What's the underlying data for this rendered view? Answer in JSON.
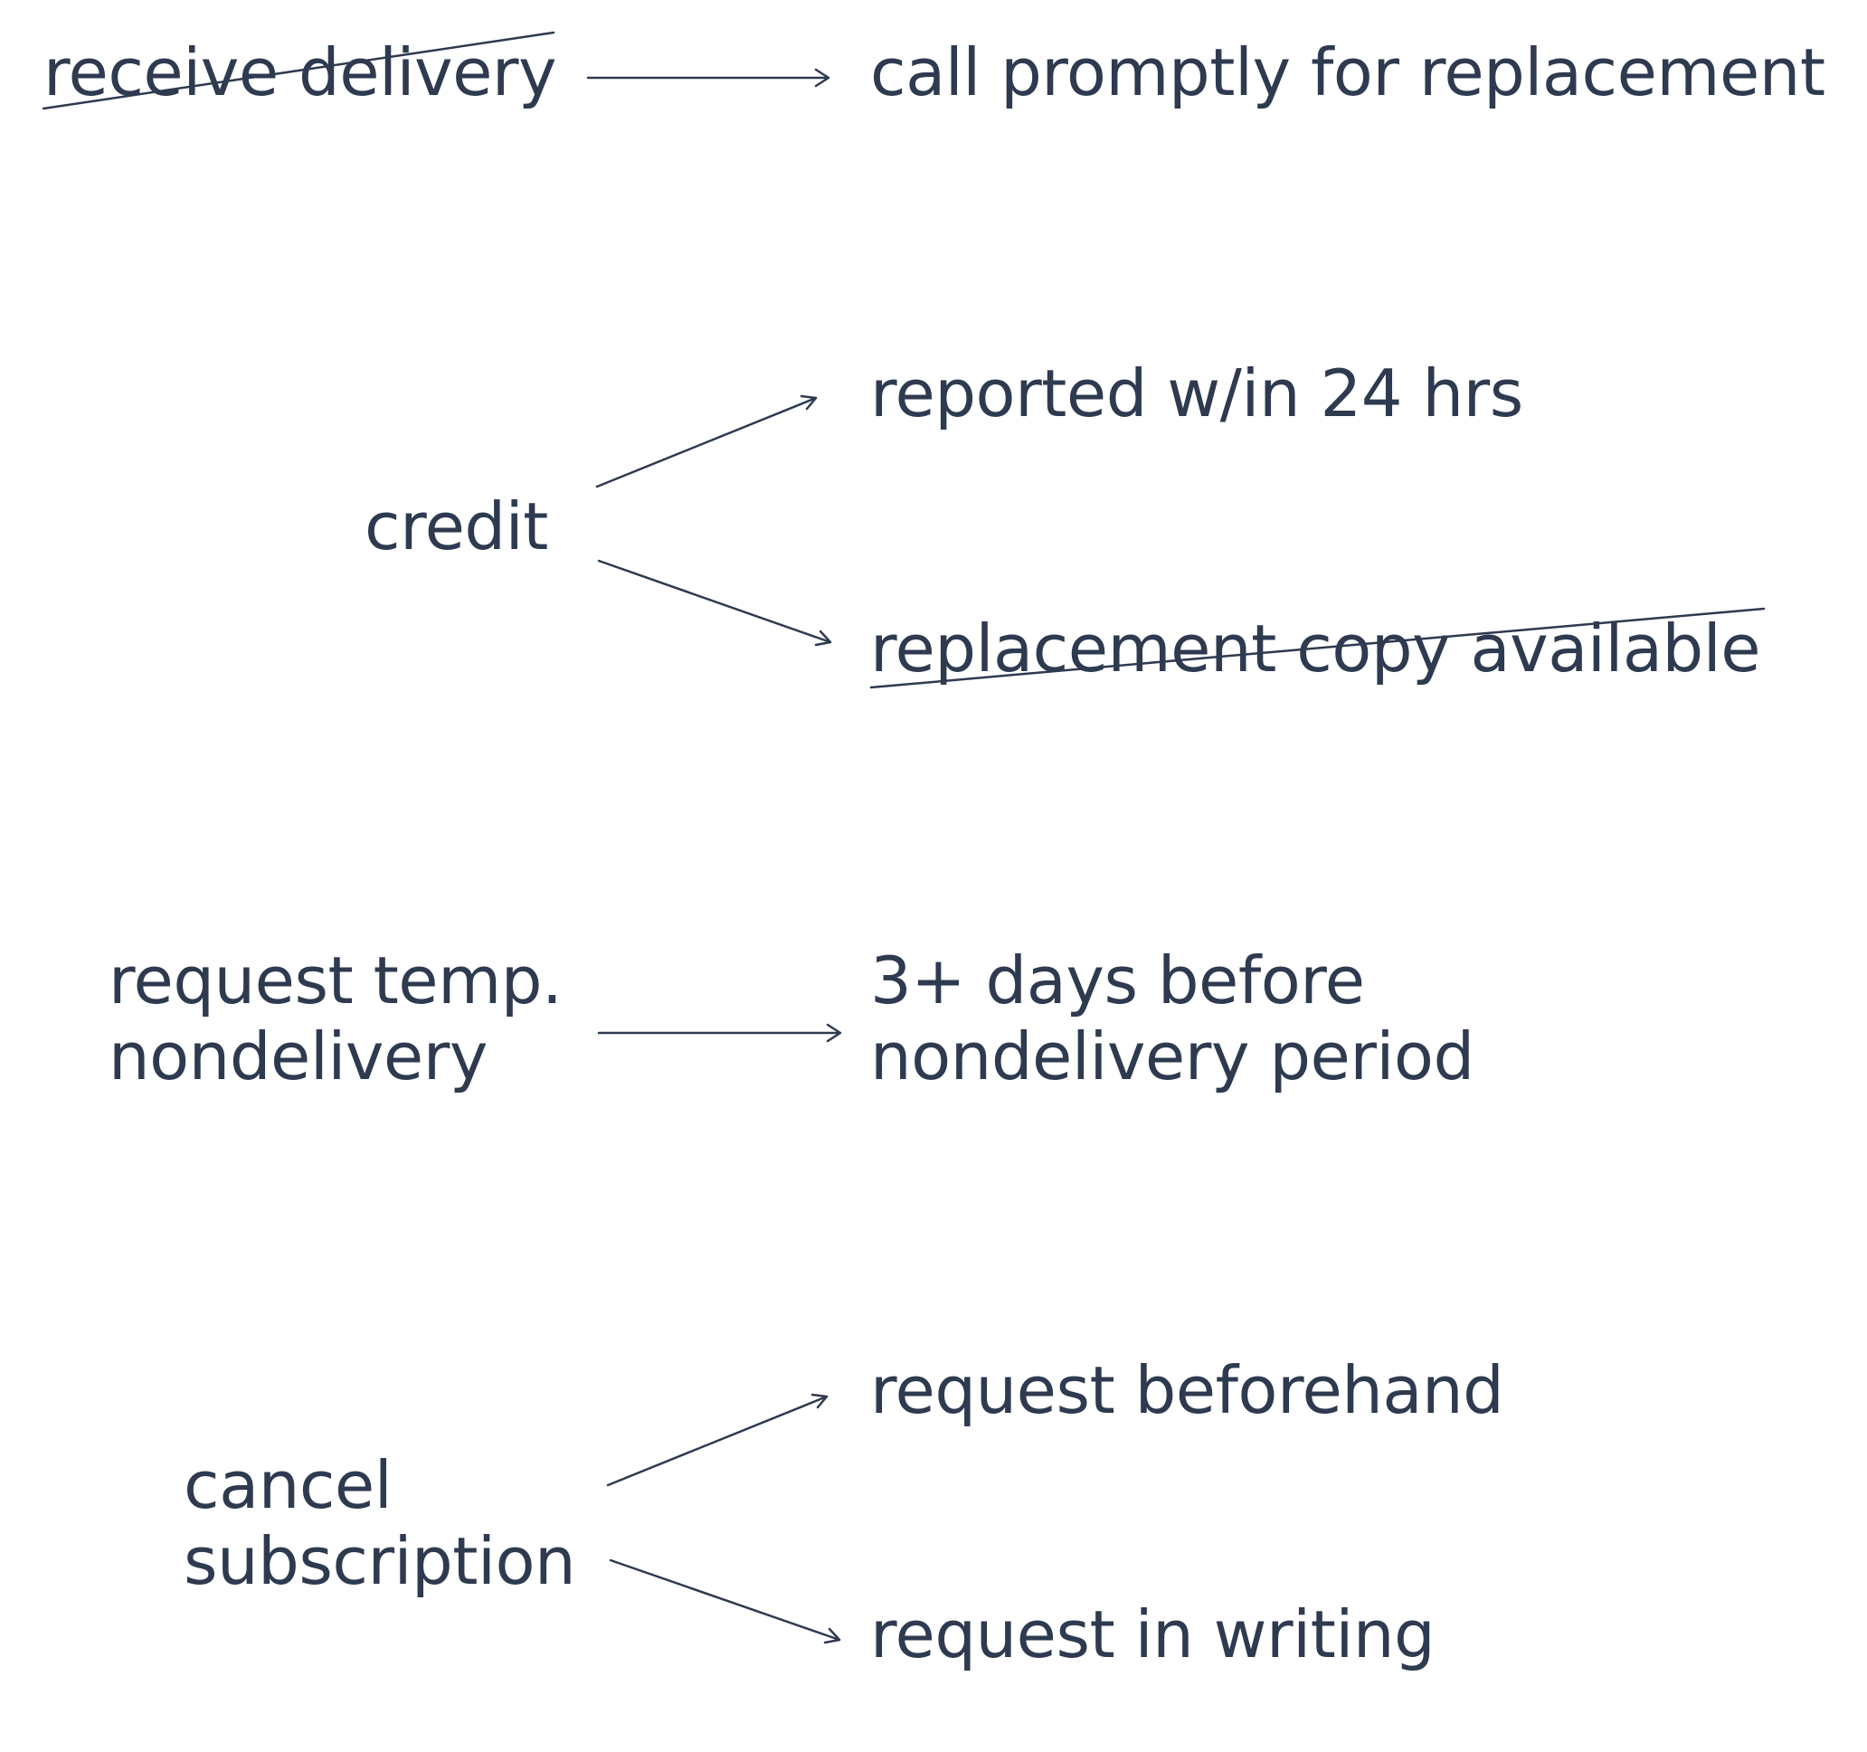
{
  "rows": [
    {
      "source": "receive delivery",
      "targets": [
        "call promptly for replacement"
      ]
    },
    {
      "source": "credit",
      "targets": [
        "reported w/in 24 hrs",
        "replacement copy available"
      ]
    },
    {
      "source_lines": [
        "request temp.",
        "nondelivery"
      ],
      "target_lines": [
        "3+ days before",
        "nondelivery period"
      ]
    },
    {
      "source_lines": [
        "cancel",
        "subscription"
      ],
      "targets": [
        "request beforehand",
        "request in writing"
      ]
    }
  ],
  "struck_out": [
    "receive delivery",
    "replacement copy available"
  ],
  "colors": {
    "text": "#2e3a4f",
    "background": "#ffffff"
  }
}
